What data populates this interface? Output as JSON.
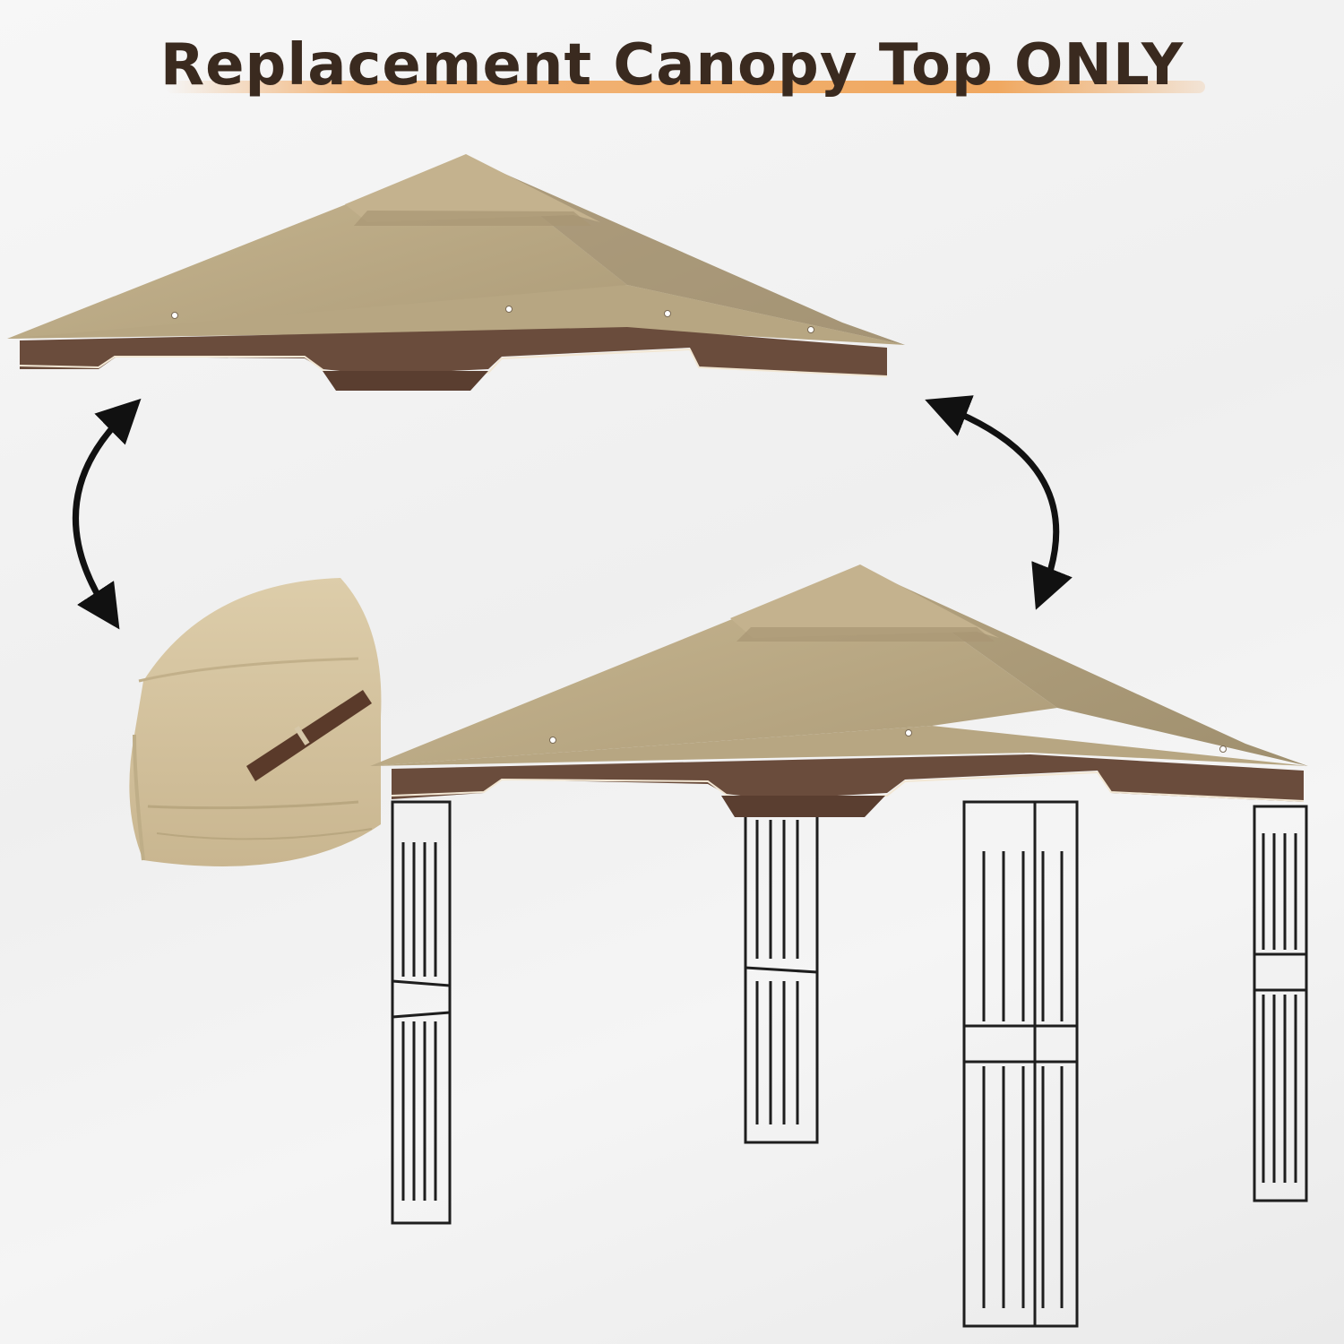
{
  "header": {
    "title": "Replacement Canopy Top ONLY"
  },
  "colors": {
    "canopy_tan": "#b9a784",
    "canopy_tan_light": "#c8b894",
    "valance_brown": "#6a4c3c",
    "frame_black": "#1e1e1e",
    "title_text": "#3a2a1f",
    "title_highlight": "#f2b57a"
  },
  "illustration": {
    "items": [
      "canopy-top",
      "folded-canopy",
      "gazebo-with-canopy"
    ],
    "arrows": [
      "double-arrow-left",
      "double-arrow-right"
    ]
  }
}
